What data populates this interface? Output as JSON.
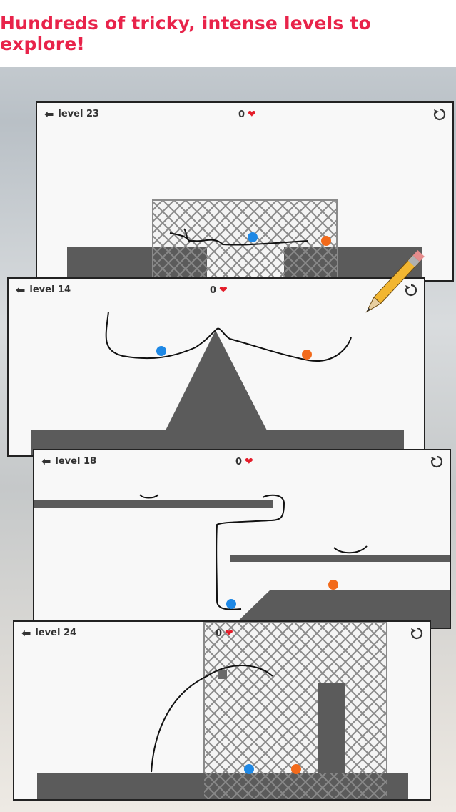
{
  "banner": {
    "text": "Hundreds of tricky, intense levels to explore!"
  },
  "colors": {
    "banner_text": "#e8234a",
    "ground": "#5b5b5b",
    "blue_ball": "#1e88e5",
    "orange_ball": "#f26a1b",
    "heart": "#e41d2a"
  },
  "icons": {
    "back": "arrow-left-icon",
    "heart": "heart-icon",
    "restart": "restart-icon",
    "pencil": "pencil-icon"
  },
  "levels": [
    {
      "label": "level 23",
      "score": "0"
    },
    {
      "label": "level 14",
      "score": "0"
    },
    {
      "label": "level 18",
      "score": "0"
    },
    {
      "label": "level 24",
      "score": "0"
    }
  ]
}
